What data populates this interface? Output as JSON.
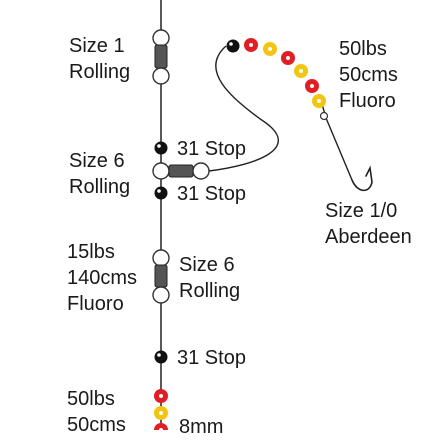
{
  "rig": {
    "top_swivel": {
      "size": "Size 1",
      "type": "Rolling"
    },
    "middle_swivel": {
      "size": "Size 6",
      "type": "Rolling"
    },
    "stop_upper": "31 Stop",
    "stop_lower": "31 Stop",
    "hook_leader": {
      "strength": "50lbs",
      "length": "50cms",
      "material": "Fluoro"
    },
    "hook": {
      "size": "Size 1/0",
      "pattern": "Aberdeen"
    },
    "main_leader": {
      "strength": "15lbs",
      "length": "140cms",
      "material": "Fluoro"
    },
    "lower_swivel": {
      "size": "Size 6",
      "type": "Rolling"
    },
    "stop_bottom": "31 Stop",
    "bottom_leader": {
      "strength": "50lbs",
      "length": "50cms"
    },
    "bead_label": "8mm"
  },
  "colors": {
    "line": "#222222",
    "bead_red": "#e01e24",
    "bead_yellow": "#f2c511",
    "stop_black": "#111111",
    "swivel_body": "#555555"
  }
}
